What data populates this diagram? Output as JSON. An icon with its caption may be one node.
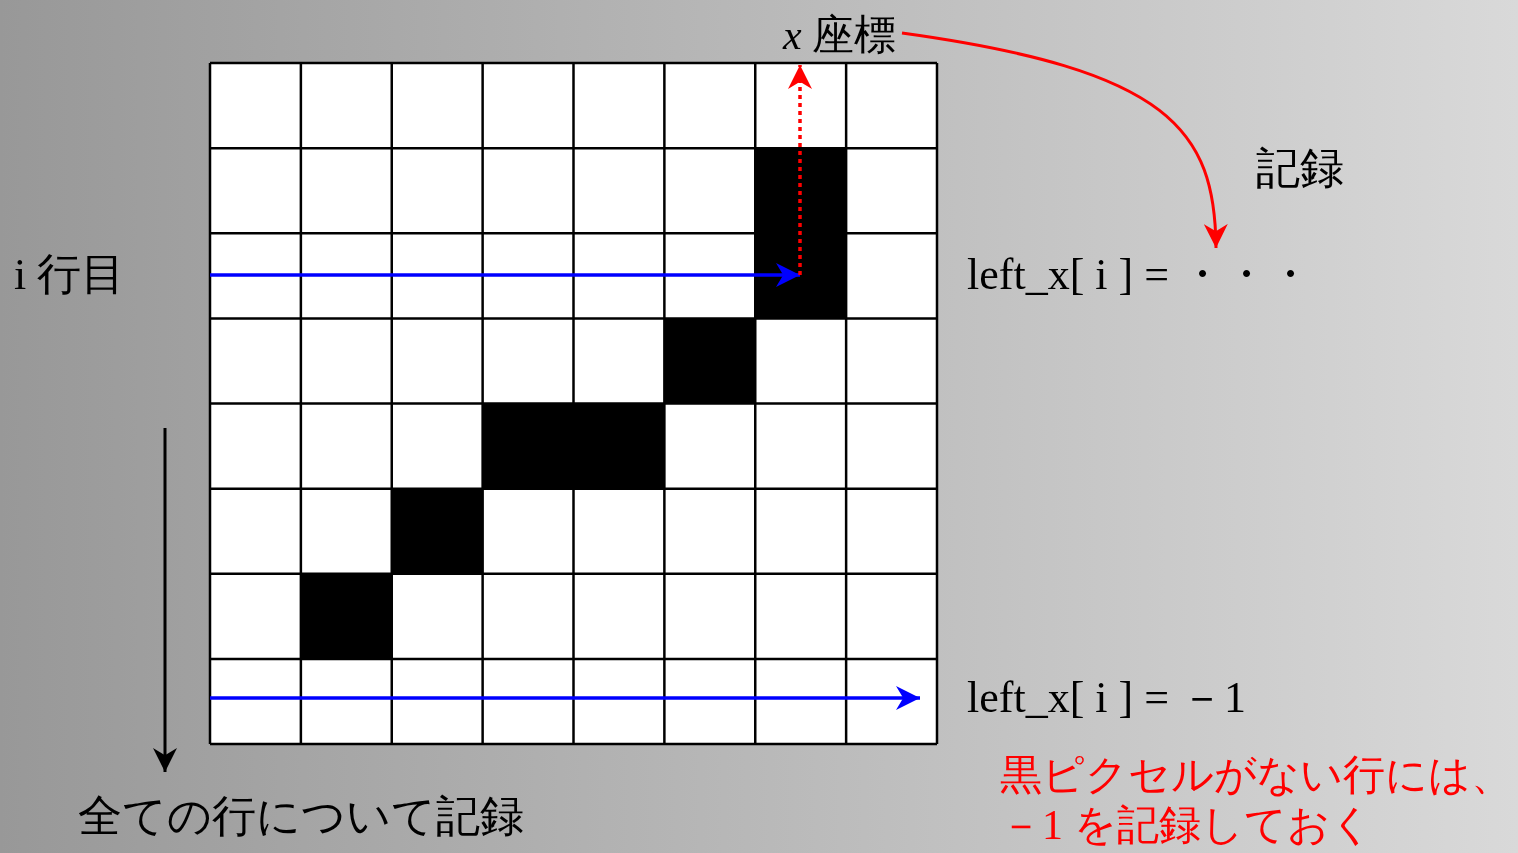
{
  "diagram": {
    "nodes": [
      {
        "text": [
          "*x* 座標"
        ]
      },
      {
        "text": [
          "left_x[ i ] = ・・・"
        ]
      },
      {
        "text": [
          "left_x[ i ] = －1"
        ]
      }
    ],
    "edges": [
      {
        "from": 0,
        "to": 1,
        "arrow": "to",
        "label": "記録",
        "color": "#ff0000"
      }
    ],
    "labels": [
      "i 行目",
      "全ての行について記録",
      "黒ピクセルがない行には、－1 を記録しておく"
    ]
  }
}
